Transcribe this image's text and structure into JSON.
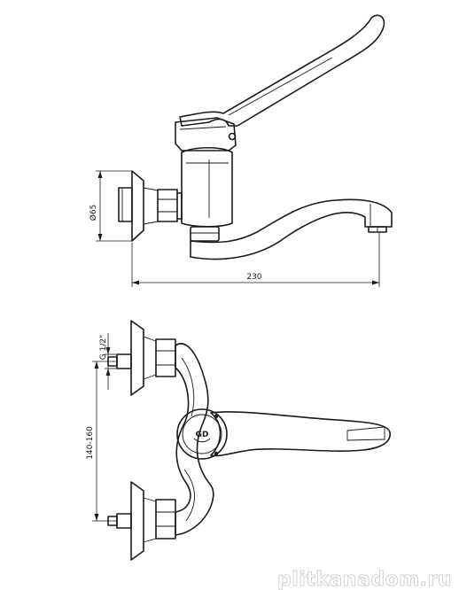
{
  "side_view": {
    "dim_diameter_label": "Ø65",
    "dim_length_label": "230"
  },
  "front_view": {
    "dim_thread_label": "G 1/2\"",
    "dim_spacing_label": "140-160",
    "logo_text": "GD"
  },
  "watermark": {
    "text": "plitkanadom.ru"
  }
}
